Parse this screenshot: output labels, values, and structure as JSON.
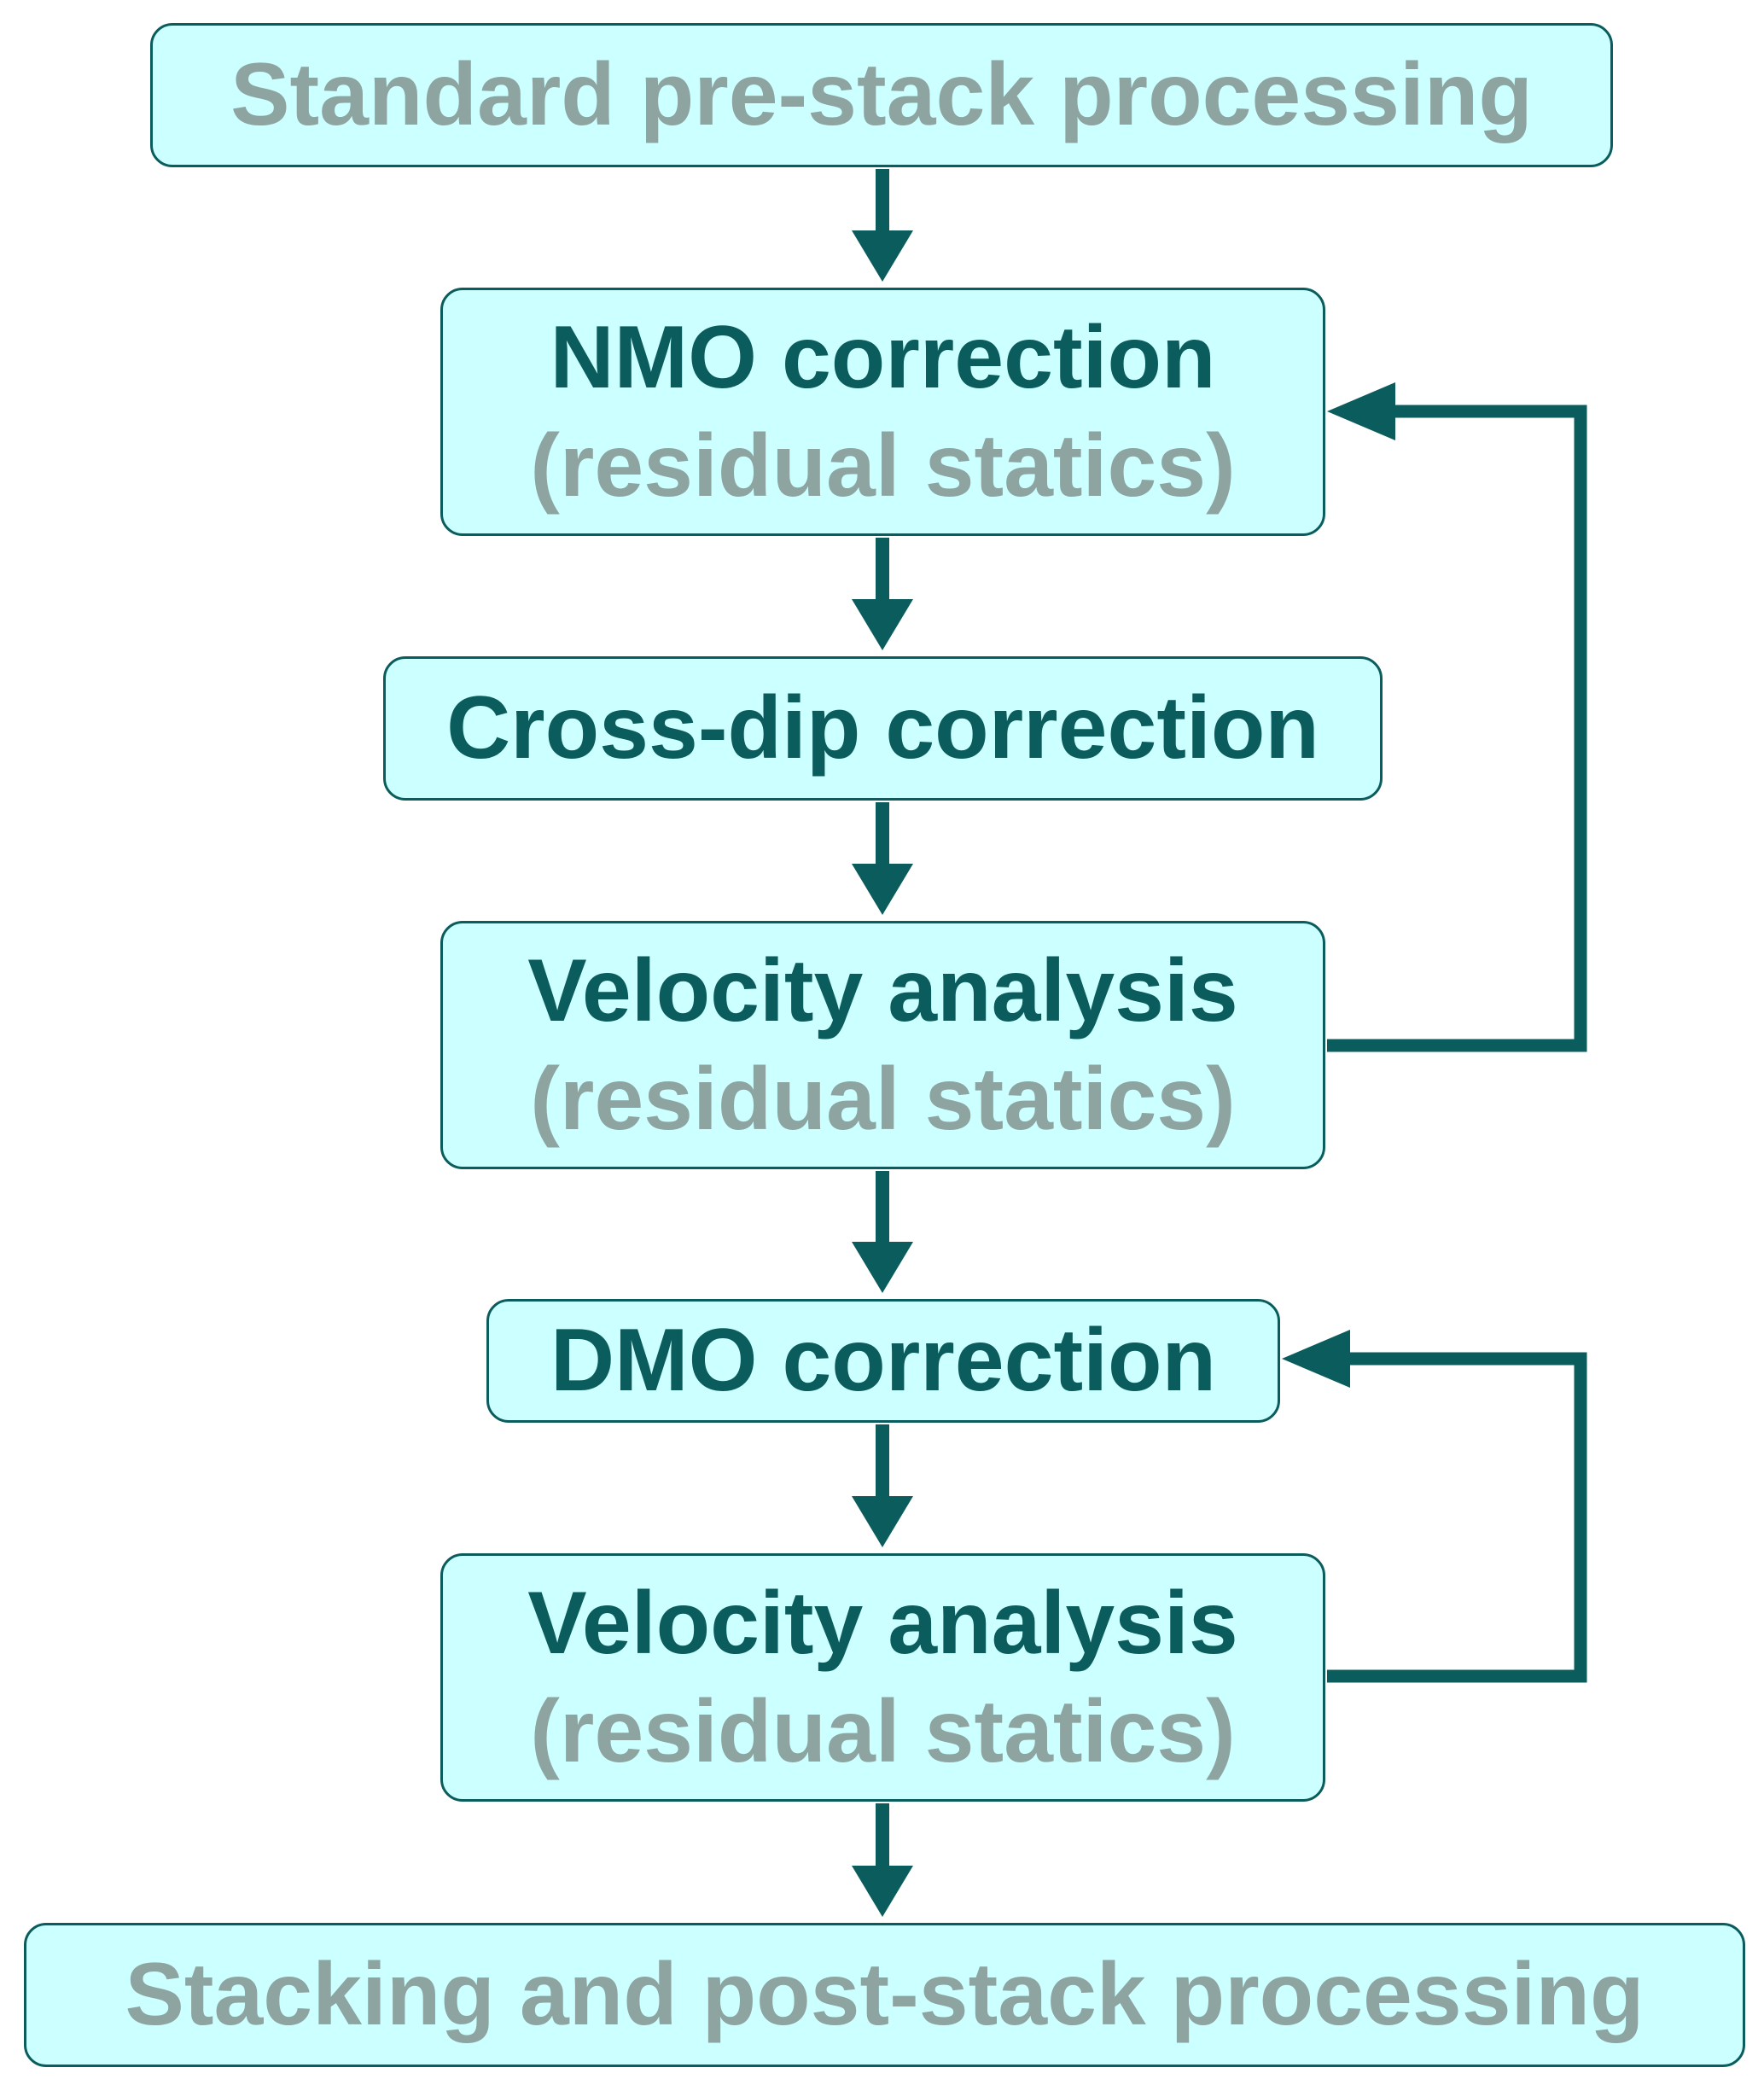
{
  "colors": {
    "box_fill": "#ccffff",
    "box_border": "#0b5c5c",
    "primary_text": "#0b5c5c",
    "secondary_text": "#8da4a0",
    "arrow": "#0b5c5c"
  },
  "steps": [
    {
      "id": "standard-pre-stack",
      "label": "Standard pre-stack processing",
      "note": ""
    },
    {
      "id": "nmo-correction",
      "label": "NMO correction",
      "note": "(residual statics)"
    },
    {
      "id": "cross-dip-correction",
      "label": "Cross-dip correction",
      "note": ""
    },
    {
      "id": "velocity-analysis-1",
      "label": "Velocity analysis",
      "note": "(residual statics)"
    },
    {
      "id": "dmo-correction",
      "label": "DMO correction",
      "note": ""
    },
    {
      "id": "velocity-analysis-2",
      "label": "Velocity analysis",
      "note": "(residual statics)"
    },
    {
      "id": "stacking-post-stack",
      "label": "Stacking and post-stack processing",
      "note": ""
    }
  ],
  "edges": [
    {
      "from": "standard-pre-stack",
      "to": "nmo-correction",
      "kind": "forward"
    },
    {
      "from": "nmo-correction",
      "to": "cross-dip-correction",
      "kind": "forward"
    },
    {
      "from": "cross-dip-correction",
      "to": "velocity-analysis-1",
      "kind": "forward"
    },
    {
      "from": "velocity-analysis-1",
      "to": "dmo-correction",
      "kind": "forward"
    },
    {
      "from": "dmo-correction",
      "to": "velocity-analysis-2",
      "kind": "forward"
    },
    {
      "from": "velocity-analysis-2",
      "to": "stacking-post-stack",
      "kind": "forward"
    },
    {
      "from": "velocity-analysis-1",
      "to": "nmo-correction",
      "kind": "feedback"
    },
    {
      "from": "velocity-analysis-2",
      "to": "dmo-correction",
      "kind": "feedback"
    }
  ]
}
